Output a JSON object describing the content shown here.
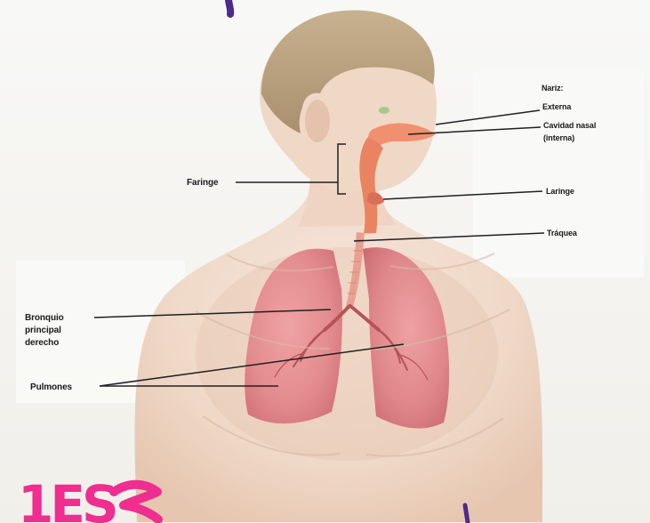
{
  "diagram": {
    "labels": {
      "nose_heading": "Nariz:",
      "nose_external": "Externa",
      "nasal_cavity_line1": "Cavidad nasal",
      "nasal_cavity_line2": "(interna)",
      "pharynx": "Faringe",
      "larynx": "Laringe",
      "trachea": "Tráquea",
      "bronchus_line1": "Bronquio",
      "bronchus_line2": "principal",
      "bronchus_line3": "derecho",
      "lungs": "Pulmones"
    },
    "handwritten_fragment": "1ES"
  },
  "colors": {
    "skin_light": "#f2ded0",
    "skin_mid": "#e7c7b1",
    "hair": "#b79f7f",
    "lung_fill": "#e38c8f",
    "lung_dark": "#c96065",
    "airway": "#ed8a6d",
    "label_text": "#1a1a1a",
    "pink_marker": "#ef2e8f",
    "purple_marker": "#4d2b8c"
  }
}
